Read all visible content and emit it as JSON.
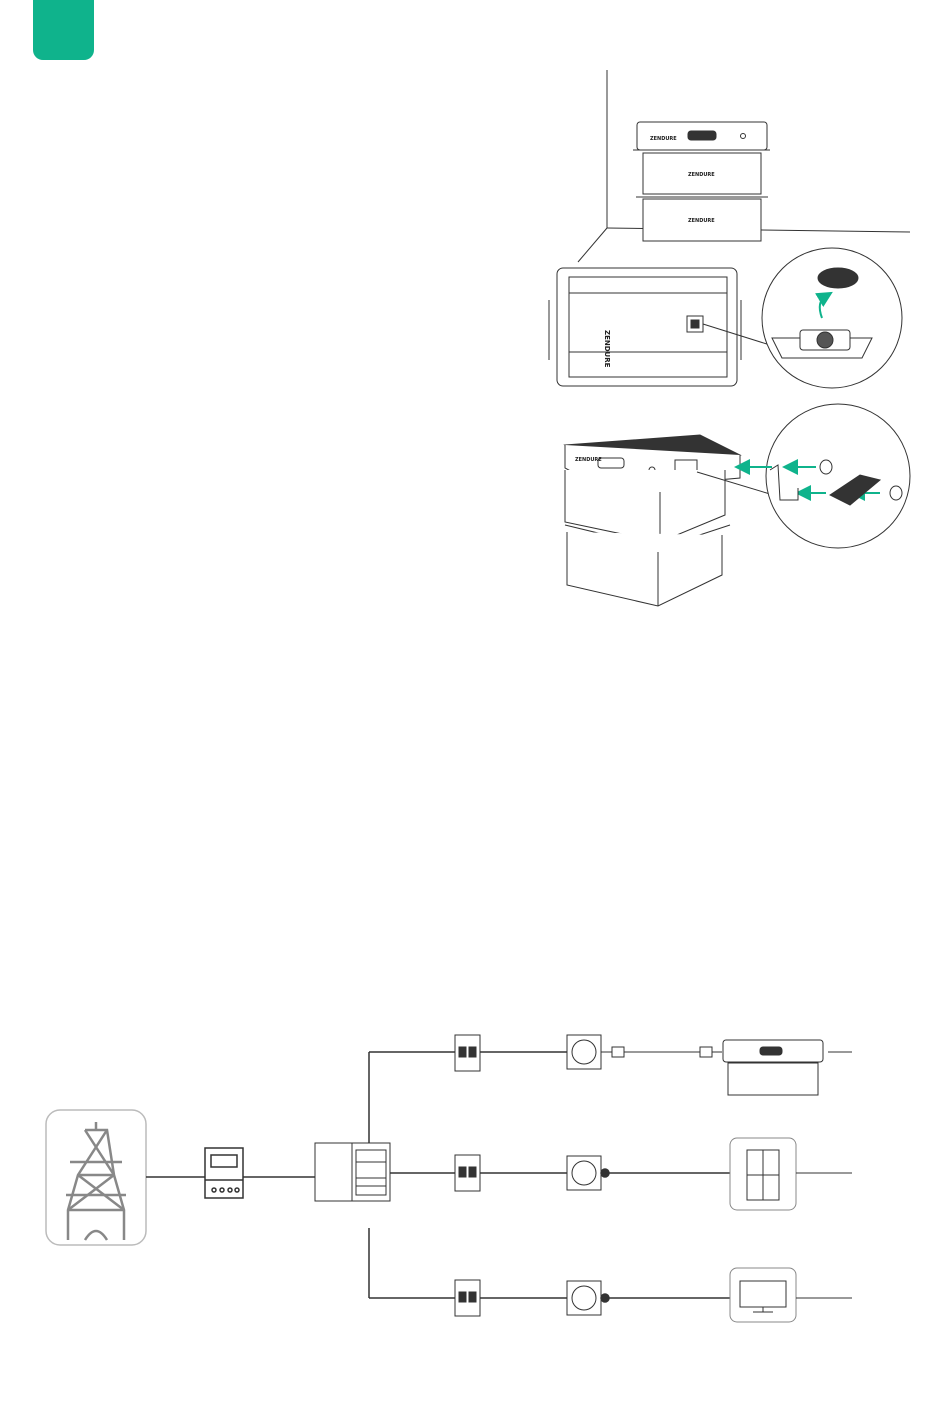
{
  "brand": {
    "accent_color": "#0fb38c",
    "line_color": "#333333",
    "logo_text": "ZENDURE"
  },
  "icons": {
    "page_tab": "green-tab",
    "step1": "stacked-battery-in-corner",
    "step2": "top-view-cap-removal",
    "step3": "bracket-install",
    "diagram": [
      "utility-pylon-icon",
      "energy-meter-icon",
      "distribution-box-icon",
      "breaker-icon",
      "wall-socket-icon",
      "battery-unit-icon",
      "fridge-icon",
      "tv-icon"
    ]
  }
}
